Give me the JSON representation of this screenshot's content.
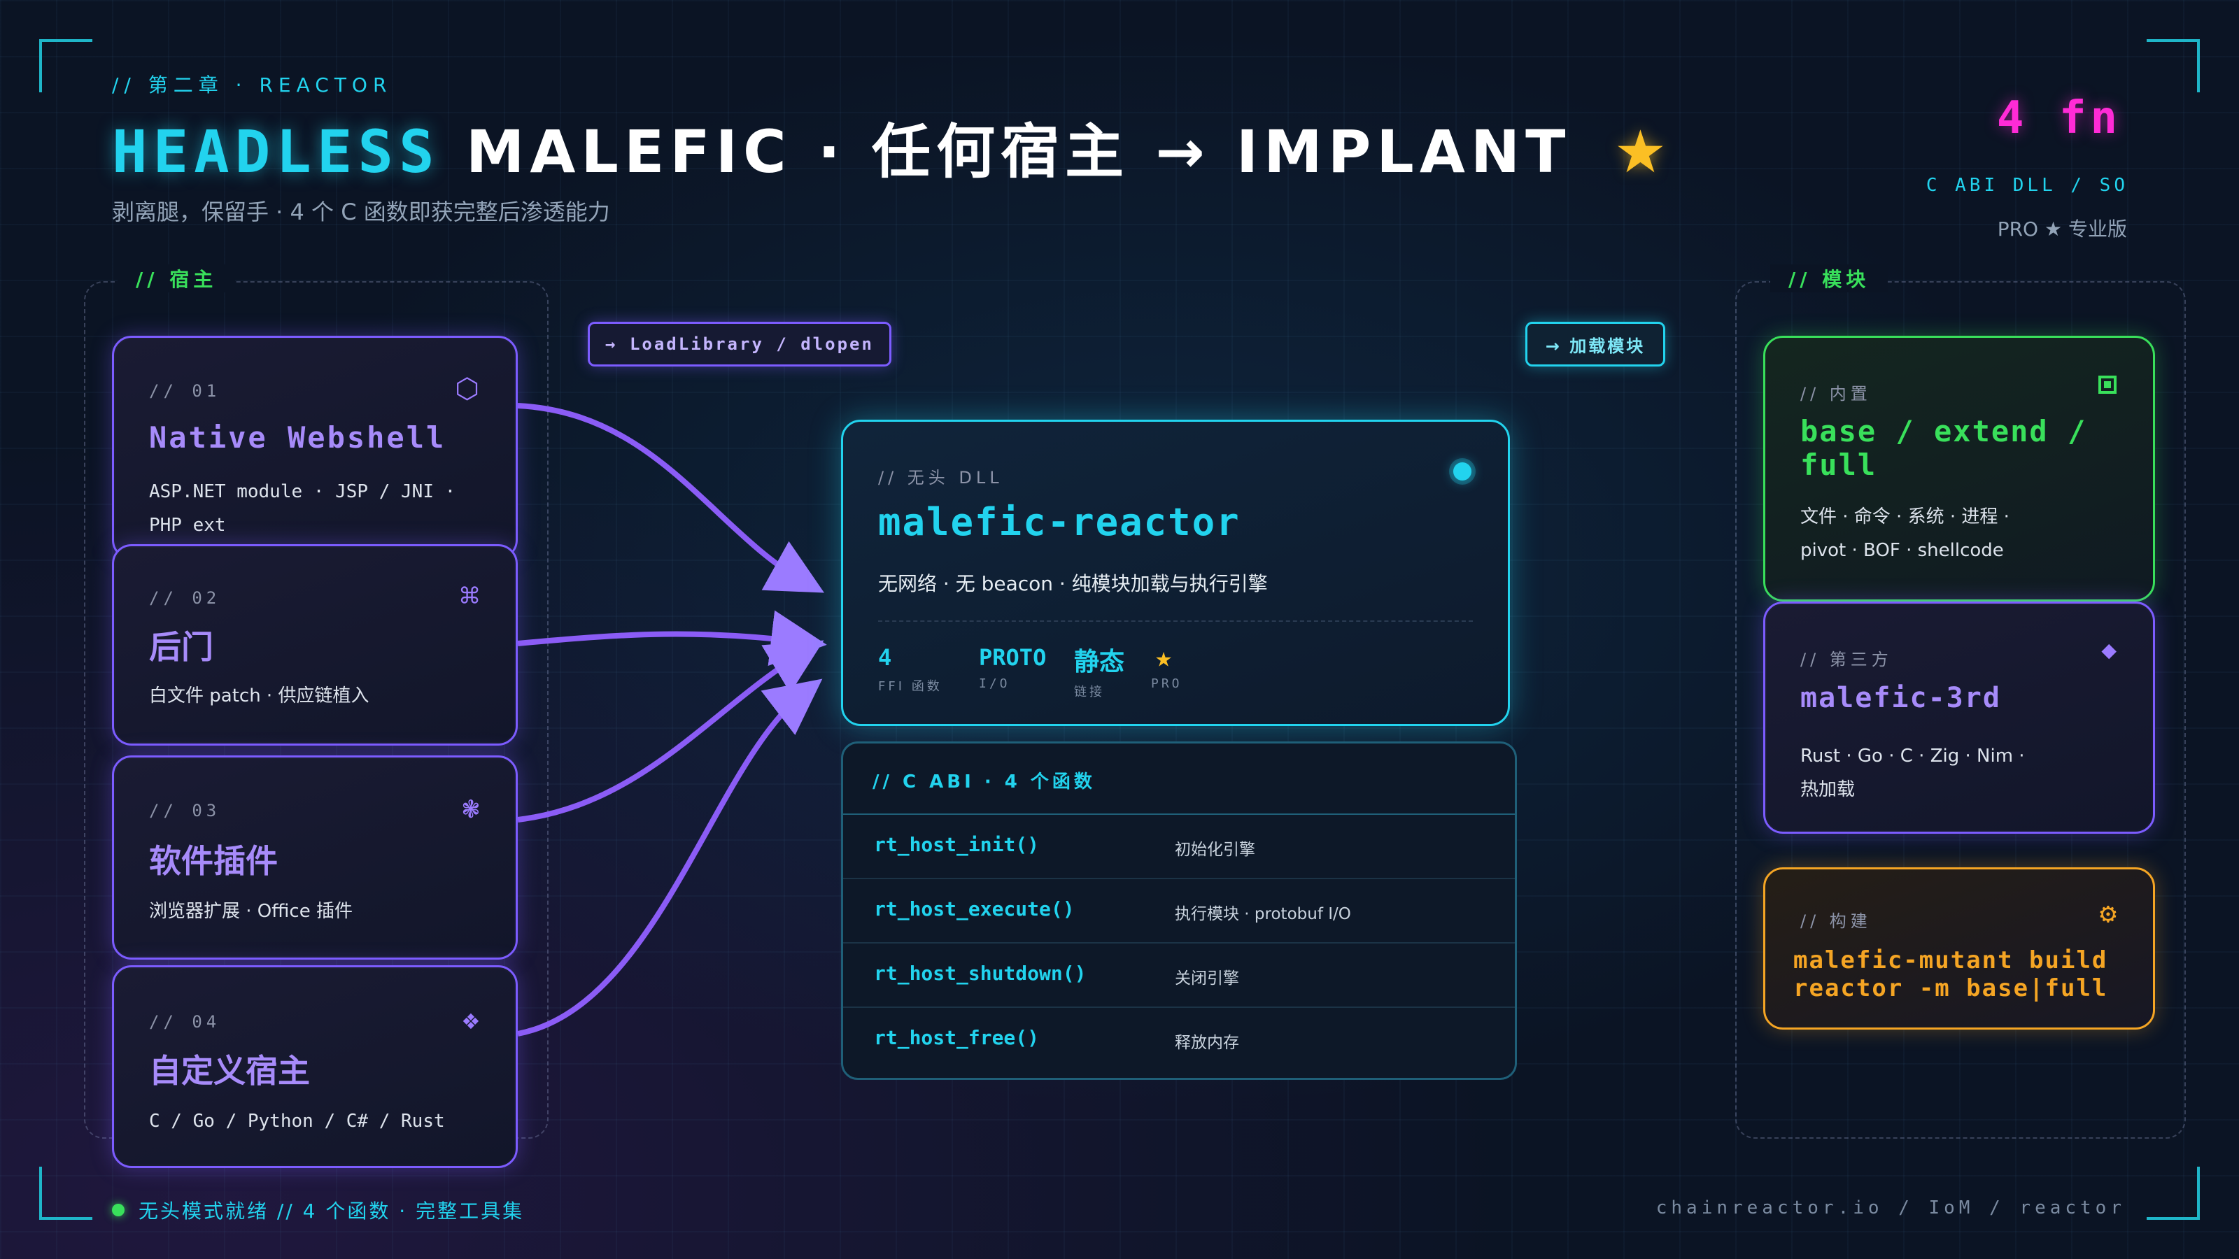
{
  "header": {
    "kicker": "//  第二章  ·  REACTOR",
    "title_1": "HEADLESS",
    "title_2": "MALEFIC · 任何宿主 → IMPLANT",
    "subtitle": "剥离腿，保留手 · 4 个 C 函数即获完整后渗透能力",
    "fn_count": "4 fn",
    "abi_line": "C ABI  DLL / SO",
    "pro_line": "PRO ★ 专业版"
  },
  "left_panel": {
    "tag": "// 宿主",
    "cards": [
      {
        "kicker": "// 01",
        "title": "Native Webshell",
        "desc_1": "ASP.NET module · JSP / JNI ·",
        "desc_2": "PHP ext",
        "icon": "hexagon-icon"
      },
      {
        "kicker": "// 02",
        "title": "后门",
        "desc_1": "白文件 patch · 供应链植入",
        "icon": "command-icon"
      },
      {
        "kicker": "// 03",
        "title": "软件插件",
        "desc_1": "浏览器扩展 · Office 插件",
        "icon": "flower-icon"
      },
      {
        "kicker": "// 04",
        "title": "自定义宿主",
        "desc_1": "C / Go / Python / C# / Rust",
        "icon": "diamond-icon"
      }
    ]
  },
  "flow": {
    "load_label": "→ LoadLibrary / dlopen",
    "load_module_label": "→ 加载模块"
  },
  "reactor": {
    "kicker": "// 无头 DLL",
    "title": "malefic-reactor",
    "desc": "无网络 · 无 beacon · 纯模块加载与执行引擎",
    "stats": [
      {
        "value": "4",
        "label": "FFI 函数"
      },
      {
        "value": "PROTO",
        "label": "I/O"
      },
      {
        "value": "静态",
        "label": "链接"
      },
      {
        "value": "★",
        "label": "PRO"
      }
    ]
  },
  "abi_table": {
    "header": "// C ABI · 4 个函数",
    "rows": [
      {
        "fn": "rt_host_init()",
        "desc": "初始化引擎"
      },
      {
        "fn": "rt_host_execute()",
        "desc": "执行模块 · protobuf I/O"
      },
      {
        "fn": "rt_host_shutdown()",
        "desc": "关闭引擎"
      },
      {
        "fn": "rt_host_free()",
        "desc": "释放内存"
      }
    ]
  },
  "right_panel": {
    "tag": "// 模块",
    "cards": [
      {
        "kicker": "// 内置",
        "title": "base / extend / full",
        "desc_1": "文件 · 命令 · 系统 · 进程 ·",
        "desc_2": "pivot · BOF · shellcode",
        "icon": "square-icon"
      },
      {
        "kicker": "// 第三方",
        "title": "malefic-3rd",
        "desc_1": "Rust · Go · C · Zig · Nim ·",
        "desc_2": "热加载",
        "icon": "diamond-icon"
      },
      {
        "kicker": "// 构建",
        "title_1": "malefic-mutant build",
        "title_2": "reactor -m base|full",
        "icon": "gear-icon"
      }
    ]
  },
  "footer": {
    "status": "无头模式就绪 // 4 个函数 · 完整工具集",
    "url": "chainreactor.io / IoM / reactor"
  },
  "colors": {
    "cyan": "#22d3ee",
    "purple": "#7c5cff",
    "magenta": "#ff2bd6",
    "green": "#39e05b",
    "orange": "#f5a524"
  }
}
